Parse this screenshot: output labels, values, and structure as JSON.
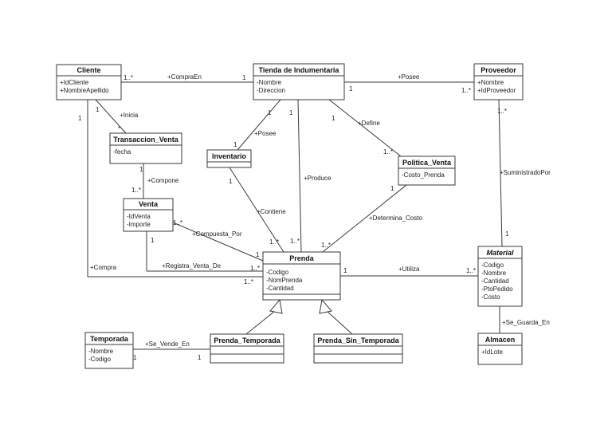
{
  "classes": {
    "cliente": {
      "name": "Cliente",
      "attrs": [
        "+IdCliente",
        "+NombreApellido"
      ]
    },
    "tienda": {
      "name": "Tienda de Indumentaria",
      "attrs": [
        "-Nombre",
        "-Direccion"
      ]
    },
    "proveedor": {
      "name": "Proveedor",
      "attrs": [
        "+Nombre",
        "+IdProveedor"
      ]
    },
    "transaccion": {
      "name": "Transaccion_Venta",
      "attrs": [
        "-fecha"
      ]
    },
    "inventario": {
      "name": "Inventario",
      "attrs": []
    },
    "politica": {
      "name": "Politica_Venta",
      "attrs": [
        "-Costo_Prenda"
      ]
    },
    "venta": {
      "name": "Venta",
      "attrs": [
        "-IdVenta",
        "-Importe"
      ]
    },
    "prenda": {
      "name": "Prenda",
      "attrs": [
        "-Codigo",
        "-NomPrenda",
        "-Cantidad"
      ]
    },
    "material": {
      "name": "Material",
      "attrs": [
        "-Codigo",
        "-Nombre",
        "-Cantidad",
        "-PtoPedido",
        "-Costo"
      ]
    },
    "temporada": {
      "name": "Temporada",
      "attrs": [
        "-Nombre",
        "-Codigo"
      ]
    },
    "prenda_temporada": {
      "name": "Prenda_Temporada",
      "attrs": []
    },
    "prenda_sin_temporada": {
      "name": "Prenda_Sin_Temporada",
      "attrs": []
    },
    "almacen": {
      "name": "Almacen",
      "attrs": [
        "+IdLote"
      ]
    }
  },
  "associations": {
    "compra_en": {
      "label": "+CompraEn",
      "m1": "1..*",
      "m2": "1"
    },
    "posee_proveedor": {
      "label": "+Posee",
      "m1": "1",
      "m2": "1..*"
    },
    "inicia": {
      "label": "+Inicia",
      "m1": "1",
      "m2": "*"
    },
    "posee_inventario": {
      "label": "+Posee",
      "m1": "1",
      "m2": "1"
    },
    "define": {
      "label": "+Define",
      "m1": "1",
      "m2": "1..*"
    },
    "produce": {
      "label": "+Produce",
      "m1": "1",
      "m2": "1..*"
    },
    "suministrado_por": {
      "label": "+SuministradoPor",
      "m1": "1..*",
      "m2": "1"
    },
    "compone": {
      "label": "+Compone",
      "m1": "1",
      "m2": "1..*"
    },
    "contiene": {
      "label": "+Contiene",
      "m1": "1",
      "m2": "1..*"
    },
    "determina_costo": {
      "label": "+Determina_Costo",
      "m1": "1",
      "m2": "1..*"
    },
    "compuesta_por": {
      "label": "+Compuesta_Por",
      "m1": "1..*",
      "m2": "1"
    },
    "registra_venta_de": {
      "label": "+Registra_Venta_De",
      "m1": "1",
      "m2": "1..*"
    },
    "compra": {
      "label": "+Compra",
      "m1": "1",
      "m2": "1..*"
    },
    "utiliza": {
      "label": "+Utiliza",
      "m1": "1",
      "m2": "1..*"
    },
    "se_vende_en": {
      "label": "+Se_Vende_En",
      "m1": "1",
      "m2": "1"
    },
    "se_guarda_en": {
      "label": "+Se_Guarda_En"
    }
  }
}
